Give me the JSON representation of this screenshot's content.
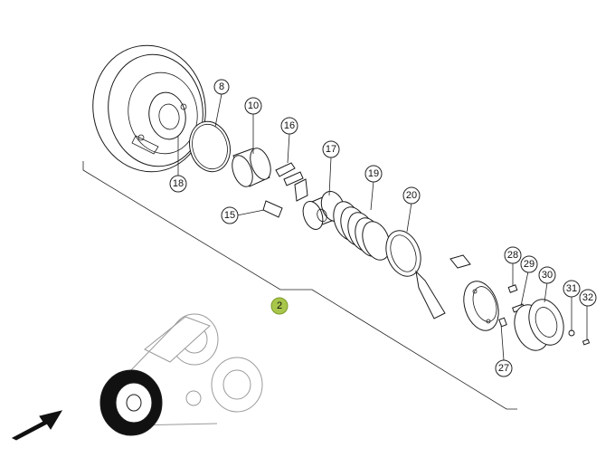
{
  "diagram": {
    "assembly_callout": "2",
    "callouts": [
      {
        "id": "8",
        "label": "8"
      },
      {
        "id": "10",
        "label": "10"
      },
      {
        "id": "15",
        "label": "15"
      },
      {
        "id": "16",
        "label": "16"
      },
      {
        "id": "17",
        "label": "17"
      },
      {
        "id": "18",
        "label": "18"
      },
      {
        "id": "19",
        "label": "19"
      },
      {
        "id": "20",
        "label": "20"
      },
      {
        "id": "27",
        "label": "27"
      },
      {
        "id": "28",
        "label": "28"
      },
      {
        "id": "29",
        "label": "29"
      },
      {
        "id": "30",
        "label": "30"
      },
      {
        "id": "31",
        "label": "31"
      },
      {
        "id": "32",
        "label": "32"
      }
    ],
    "colors": {
      "line": "#1a1a1a",
      "highlight": "#a8c64a",
      "context_gray": "#9a9a9a"
    },
    "icons": [
      "direction-arrow-icon"
    ]
  }
}
